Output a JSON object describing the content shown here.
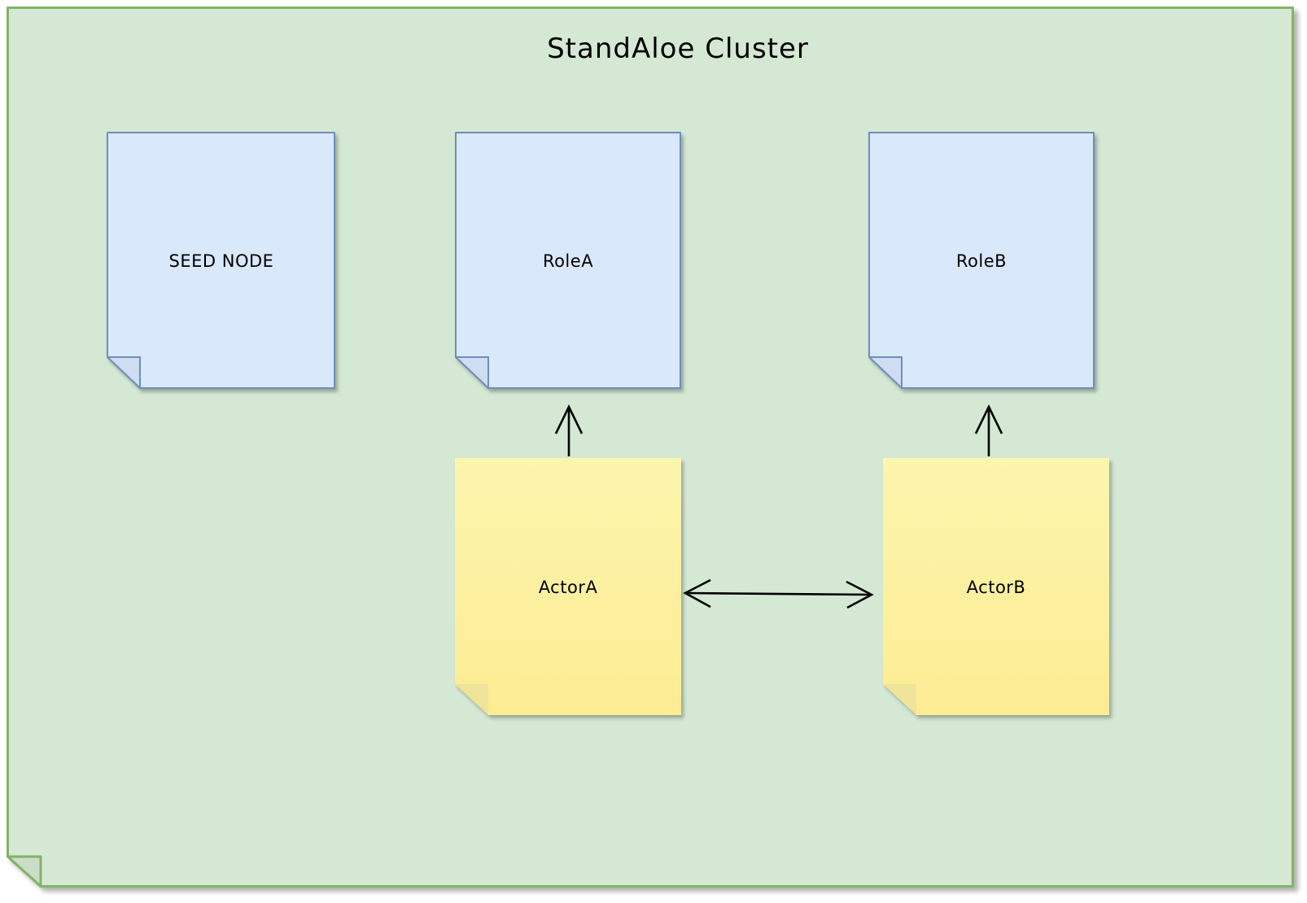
{
  "diagram": {
    "title": "StandAloe Cluster",
    "container": {
      "shape": "note-folded-corner",
      "fill": "#d5e8d4",
      "stroke": "#82b366"
    },
    "nodes": [
      {
        "id": "seed-node",
        "label": "SEED NODE",
        "shape": "note-folded-corner",
        "fill": "#dae8fc",
        "stroke": "#6c8ebf"
      },
      {
        "id": "role-a",
        "label": "RoleA",
        "shape": "note-folded-corner",
        "fill": "#dae8fc",
        "stroke": "#6c8ebf"
      },
      {
        "id": "role-b",
        "label": "RoleB",
        "shape": "note-folded-corner",
        "fill": "#dae8fc",
        "stroke": "#6c8ebf"
      },
      {
        "id": "actor-a",
        "label": "ActorA",
        "shape": "sticky-note",
        "fill_top": "#fcf5ad",
        "fill_bottom": "#fdec93"
      },
      {
        "id": "actor-b",
        "label": "ActorB",
        "shape": "sticky-note",
        "fill_top": "#fcf5ad",
        "fill_bottom": "#fdec93"
      }
    ],
    "edges": [
      {
        "from": "actor-a",
        "to": "role-a",
        "direction": "up",
        "arrowhead": "open"
      },
      {
        "from": "actor-b",
        "to": "role-b",
        "direction": "up",
        "arrowhead": "open"
      },
      {
        "from": "actor-a",
        "to": "actor-b",
        "direction": "horizontal",
        "arrowhead": "open-both-ends"
      }
    ],
    "arrow_color": "#000000"
  }
}
